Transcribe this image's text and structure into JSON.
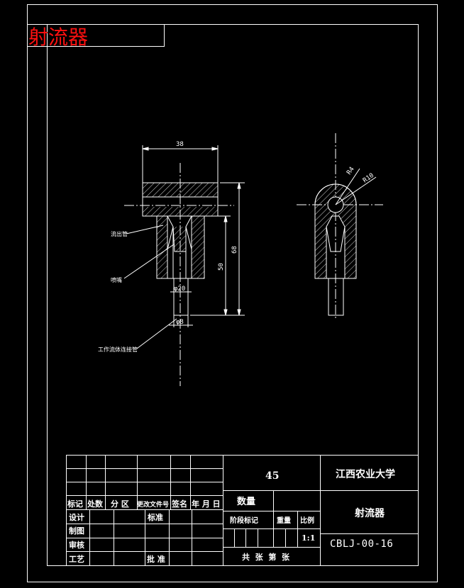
{
  "title_tab": {
    "text": "射流器"
  },
  "colors": {
    "background": "#000000",
    "line": "#ffffff",
    "title": "#ff1010"
  },
  "front_view": {
    "dim_width": "38",
    "dim_height_total": "68",
    "dim_height_lower": "50",
    "dim_dia_outer": "φ20",
    "dim_dia_inner": "φ8",
    "label_outlet": "流出管",
    "label_nozzle": "喷嘴",
    "label_fluid_pipe": "工作流体连接管"
  },
  "side_view": {
    "dim_r_small": "R4",
    "dim_r_large": "R10"
  },
  "title_block": {
    "material": "45",
    "school": "江西农业大学",
    "part_name": "射流器",
    "drawing_no": "CBLJ-00-16",
    "quantity_label": "数量",
    "stage_mark": "阶段标记",
    "weight": "重量",
    "ratio": "比例",
    "scale": "1:1",
    "sheets": "共  张  第  张",
    "rev_headers": [
      "标记",
      "处数",
      "分 区",
      "更改文件号",
      "签名",
      "年 月 日"
    ],
    "design": "设计",
    "standardize": "标准",
    "drawing": "制图",
    "review": "审核",
    "process": "工艺",
    "approve": "批 准"
  }
}
